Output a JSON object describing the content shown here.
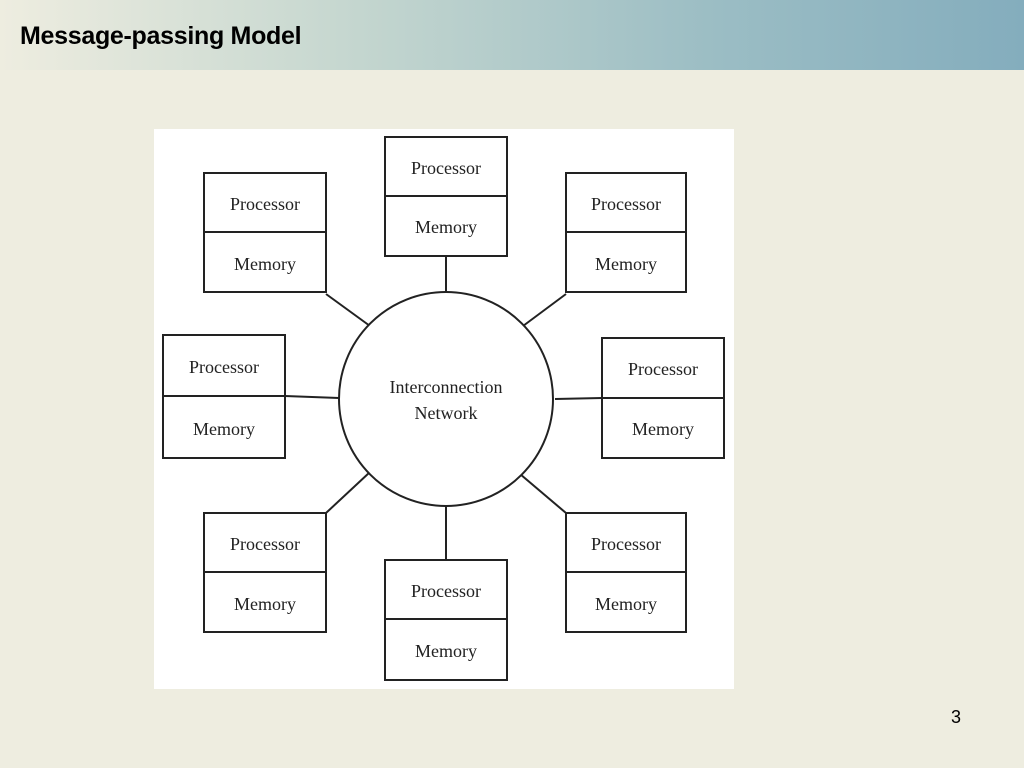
{
  "slide": {
    "title": "Message-passing Model",
    "page_number": "3"
  },
  "diagram": {
    "center": {
      "line1": "Interconnection",
      "line2": "Network"
    },
    "nodes": [
      {
        "top": "Processor",
        "bottom": "Memory"
      },
      {
        "top": "Processor",
        "bottom": "Memory"
      },
      {
        "top": "Processor",
        "bottom": "Memory"
      },
      {
        "top": "Processor",
        "bottom": "Memory"
      },
      {
        "top": "Processor",
        "bottom": "Memory"
      },
      {
        "top": "Processor",
        "bottom": "Memory"
      },
      {
        "top": "Processor",
        "bottom": "Memory"
      },
      {
        "top": "Processor",
        "bottom": "Memory"
      }
    ]
  }
}
